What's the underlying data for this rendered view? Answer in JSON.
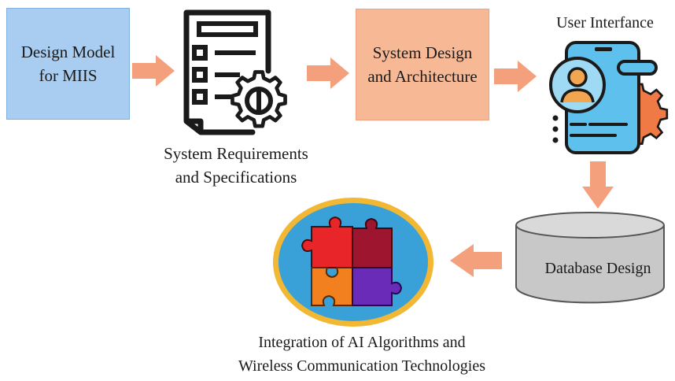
{
  "nodes": {
    "design_model": {
      "line1": "Design Model",
      "line2": "for MIIS"
    },
    "requirements": {
      "line1": "System Requirements",
      "line2": "and Specifications"
    },
    "system_design": {
      "line1": "System Design",
      "line2": "and Architecture"
    },
    "user_interface": {
      "label": "User Interfance"
    },
    "database": {
      "label": "Database Design"
    },
    "integration": {
      "line1": "Integration of AI Algorithms and",
      "line2": "Wireless Communication Technologies"
    }
  },
  "colors": {
    "arrow": "#f4a07c",
    "blue_box": "#a9cdf0",
    "salmon_box": "#f7b895",
    "database": "#c8c8c8",
    "circle_fill": "#3aa0d8",
    "circle_ring": "#f2b733"
  },
  "icons": [
    "document-gear-icon",
    "mobile-user-icon",
    "database-cylinder-icon",
    "puzzle-icon"
  ]
}
